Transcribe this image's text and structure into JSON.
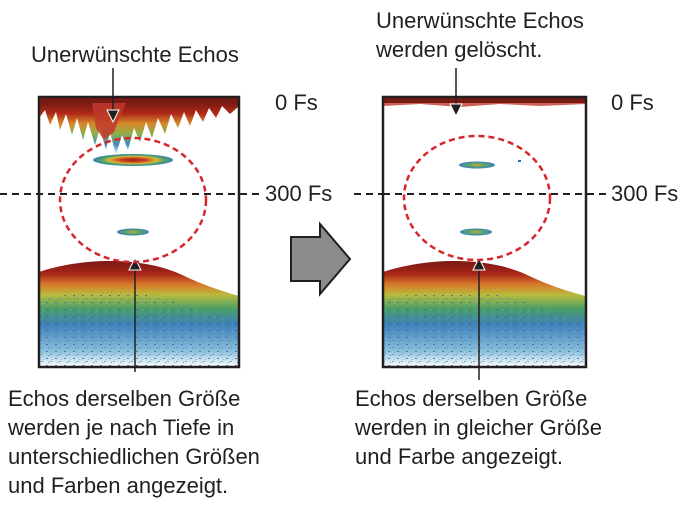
{
  "left_panel": {
    "top_label": "Unerwünschte Echos",
    "depth_top": "0 Fs",
    "depth_mid": "300 Fs",
    "caption": [
      "Echos derselben Größe",
      "werden je nach Tiefe in",
      "unterschiedlichen Größen",
      "und Farben angezeigt."
    ]
  },
  "right_panel": {
    "top_label": [
      "Unerwünschte Echos",
      "werden gelöscht."
    ],
    "depth_top": "0 Fs",
    "depth_mid": "300 Fs",
    "caption": [
      "Echos derselben Größe",
      "werden in gleicher Größe",
      "und Farbe angezeigt."
    ]
  },
  "colors": {
    "text": "#231f20",
    "frame": "#231f20",
    "dashed_circle": "#d7262b",
    "arrow_fill": "#8c8c8c",
    "echo_dark_red": "#7a1a14",
    "echo_red": "#c0392b",
    "echo_orange": "#e67e22",
    "echo_yellow": "#c9c13a",
    "echo_green": "#3f9a5a",
    "echo_blue": "#2f6ca8",
    "echo_light_blue": "#7fb3d8"
  },
  "icons": {
    "transition_arrow": "right-arrow-icon"
  }
}
